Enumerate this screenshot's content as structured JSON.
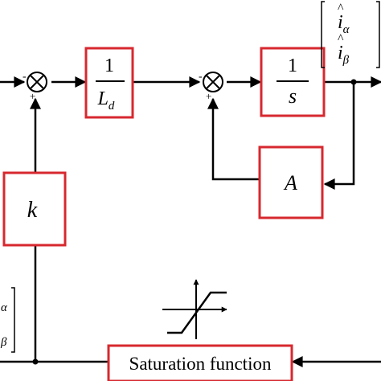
{
  "diagram": {
    "block_inductance": {
      "numerator": "1",
      "denominator_symbol": "L",
      "denominator_subscript": "d"
    },
    "block_integrator": {
      "numerator": "1",
      "denominator": "s"
    },
    "block_A": {
      "label": "A"
    },
    "block_k": {
      "label": "k"
    },
    "block_saturation": {
      "label": "Saturation function"
    },
    "output_vector": {
      "top_symbol": "i",
      "top_subscript": "α",
      "bottom_symbol": "i",
      "bottom_subscript": "β"
    },
    "left_vector": {
      "top_subscript": "α",
      "bottom_subscript": "β"
    },
    "sum1_signs": {
      "left": "-",
      "bottom": "+"
    },
    "sum2_signs": {
      "left": "-",
      "bottom": "+"
    }
  }
}
